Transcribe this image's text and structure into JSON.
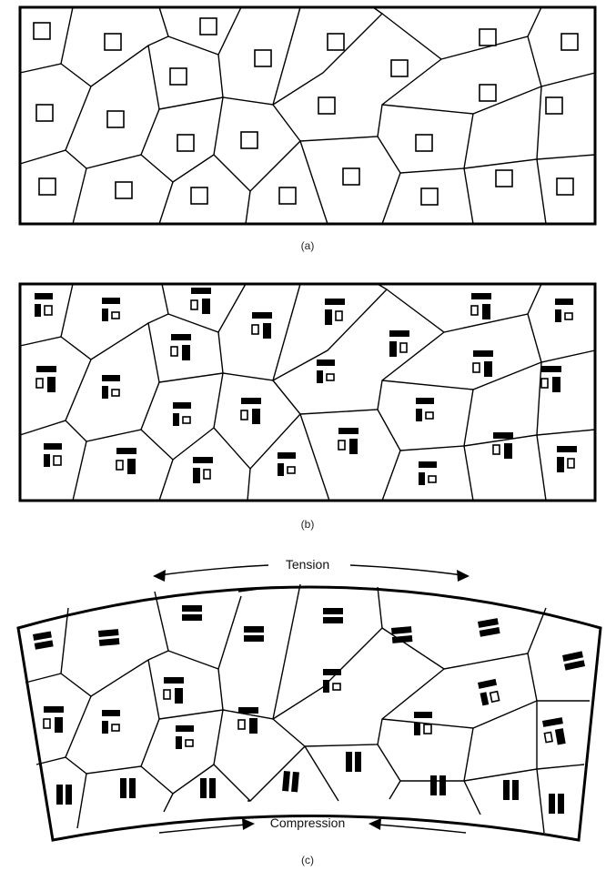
{
  "panels": [
    {
      "label": "(a)"
    },
    {
      "label": "(b)"
    },
    {
      "label": "(c)"
    }
  ],
  "annotations": {
    "tension": "Tension",
    "compression": "Compression"
  },
  "colors": {
    "ink": "#000000",
    "paper": "#ffffff"
  }
}
